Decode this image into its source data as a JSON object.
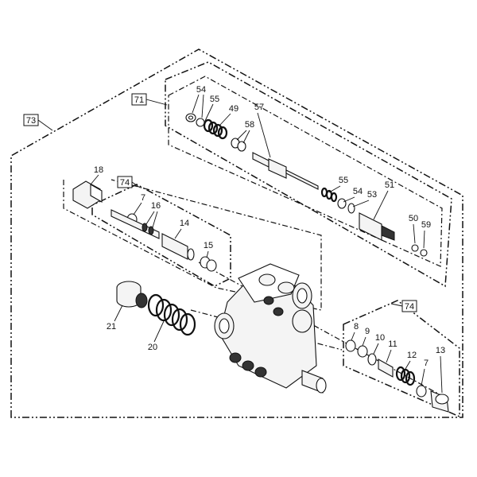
{
  "diagram": {
    "group_labels": {
      "g73": "73",
      "g71": "71",
      "g74a": "74",
      "g74b": "74"
    },
    "callouts": {
      "c54a": "54",
      "c55a": "55",
      "c49": "49",
      "c57": "57",
      "c58": "58",
      "c18": "18",
      "c7a": "7",
      "c16": "16",
      "c14": "14",
      "c15": "15",
      "c55b": "55",
      "c54b": "54",
      "c53": "53",
      "c51": "51",
      "c50": "50",
      "c59": "59",
      "c21": "21",
      "c20": "20",
      "c8": "8",
      "c9": "9",
      "c10": "10",
      "c11": "11",
      "c12": "12",
      "c7b": "7",
      "c13": "13"
    }
  }
}
